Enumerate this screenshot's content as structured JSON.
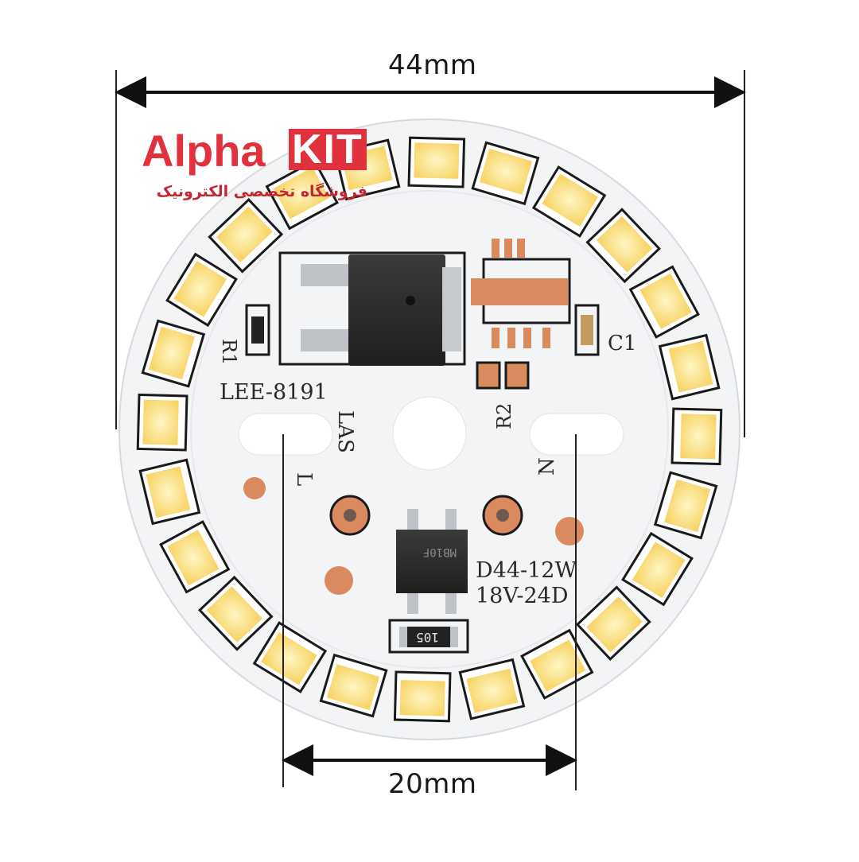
{
  "dimensions": {
    "top_width": "44mm",
    "bottom_spacing": "20mm"
  },
  "logo": {
    "brand_light": "Alpha",
    "brand_badge": "KIT",
    "tagline": "فروشگاه تخصصی الکترونیک",
    "color": "#e0313c"
  },
  "board": {
    "model": "LEE-8191",
    "maker": "LAS",
    "rating": "D44-12W",
    "voltage": "18V-24D",
    "r1": "R1",
    "r2": "R2",
    "c1": "C1",
    "live": "L",
    "neutral": "N",
    "resistor_code": "105",
    "bridge_code": "MB10F",
    "led_count": 24,
    "colors": {
      "pcb": "#f2f3f5",
      "led": "#fbe38a",
      "copper": "#d98a5f"
    }
  }
}
